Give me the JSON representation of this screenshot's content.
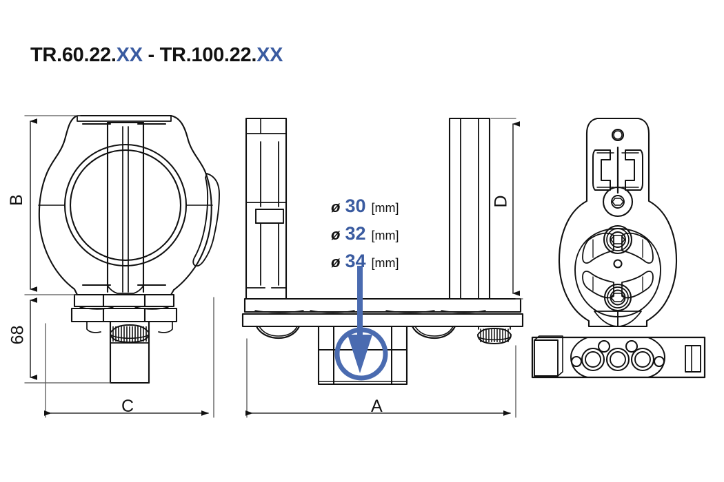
{
  "document": {
    "type": "technical-drawing",
    "background_color": "#ffffff",
    "line_color": "#111111",
    "accent_color": "#3a5ba0"
  },
  "title": {
    "full": "TR.60.22.XX - TR.100.22.XX",
    "segments": [
      {
        "text": "TR.60.22.",
        "color": "dark"
      },
      {
        "text": "XX",
        "color": "blue"
      },
      {
        "text": " - TR.100.22.",
        "color": "dark"
      },
      {
        "text": "XX",
        "color": "blue"
      }
    ],
    "part_from": "TR.60.22.XX",
    "part_to": "TR.100.22.XX"
  },
  "callouts": {
    "diameters": [
      {
        "symbol": "ø",
        "value": "30",
        "unit": "[mm]"
      },
      {
        "symbol": "ø",
        "value": "32",
        "unit": "[mm]"
      },
      {
        "symbol": "ø",
        "value": "34",
        "unit": "[mm]"
      }
    ],
    "pointer": {
      "kind": "arrow-down-with-circle",
      "color": "#4a6bb0",
      "target": "clamp-bore"
    }
  },
  "dimensions": {
    "side_view": {
      "vertical_upper": "B",
      "vertical_lower": "68",
      "horizontal": "C"
    },
    "front_view": {
      "horizontal": "A",
      "vertical_right": "D"
    }
  },
  "views": [
    {
      "name": "side-view-clamp",
      "label": "left"
    },
    {
      "name": "front-view-assembly",
      "label": "middle"
    },
    {
      "name": "plan-view-bracket",
      "label": "right"
    }
  ]
}
